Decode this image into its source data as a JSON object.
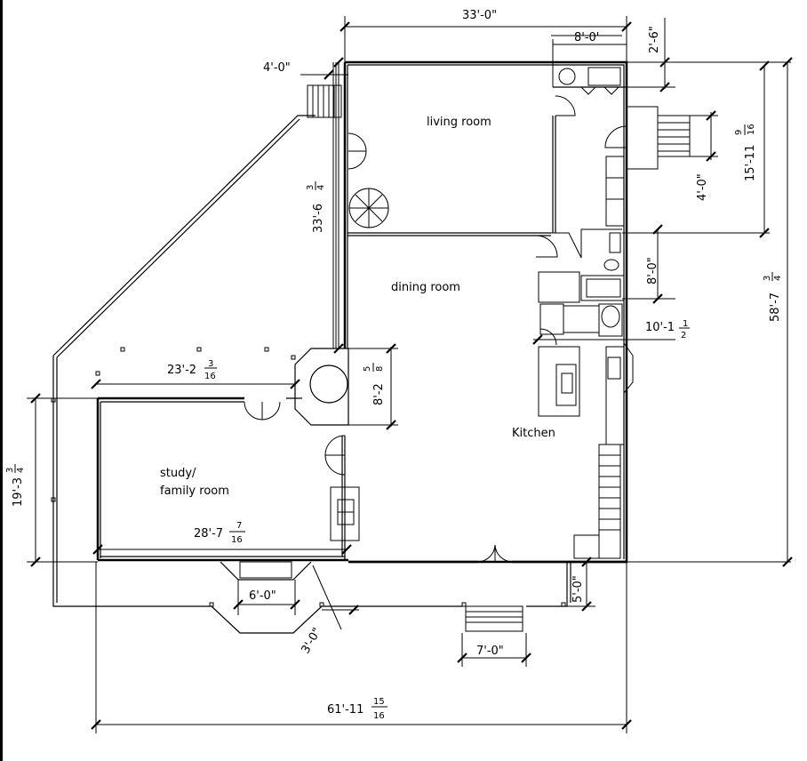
{
  "rooms": {
    "living_room": "living room",
    "dining_room": "dining room",
    "kitchen": "Kitchen",
    "study_line1": "study/",
    "study_line2": "family room"
  },
  "dimensions": {
    "top_width": "33'-0\"",
    "top_closet": "8'-0'",
    "top_right_small": "2'-6\"",
    "stair_top_left": "4'-0\"",
    "living_height": "33'-6",
    "living_height_frac_num": "3",
    "living_height_frac_den": "4",
    "right_upper": "15'-11",
    "right_upper_frac_num": "9",
    "right_upper_frac_den": "16",
    "back_stair": "4'-0\"",
    "bath_height": "8'-0\"",
    "kitchen_height": "10'-1",
    "kitchen_height_frac_num": "1",
    "kitchen_height_frac_den": "2",
    "overall_height": "58'-7",
    "overall_height_frac_num": "3",
    "overall_height_frac_den": "4",
    "bay_height": "8'-2",
    "bay_height_frac_num": "5",
    "bay_height_frac_den": "8",
    "study_top": "23'-2",
    "study_top_frac_num": "3",
    "study_top_frac_den": "16",
    "study_bottom": "28'-7",
    "study_bottom_frac_num": "7",
    "study_bottom_frac_den": "16",
    "left_height": "19'-3",
    "left_height_frac_num": "3",
    "left_height_frac_den": "4",
    "bay_window_width": "6'-0\"",
    "bay_window_depth": "3'-0\"",
    "porch_step": "5'-0\"",
    "front_stair": "7'-0\"",
    "overall_width": "61'-11",
    "overall_width_frac_num": "15",
    "overall_width_frac_den": "16"
  }
}
